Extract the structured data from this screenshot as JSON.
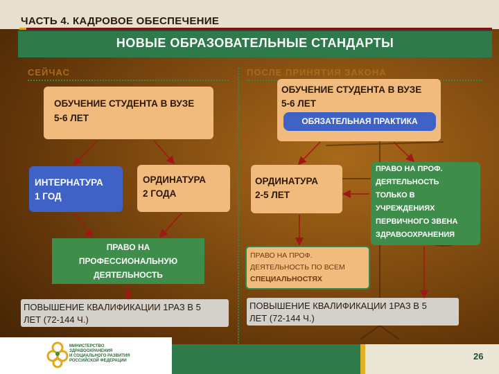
{
  "header": {
    "section": "ЧАСТЬ 4. КАДРОВОЕ ОБЕСПЕЧЕНИЕ"
  },
  "title": "НОВЫЕ ОБРАЗОВАТЕЛЬНЫЕ СТАНДАРТЫ",
  "columns": {
    "left": "СЕЙЧАС",
    "right": "ПОСЛЕ ПРИНЯТИЯ ЗАКОНА"
  },
  "left": {
    "study": {
      "line1": "ОБУЧЕНИЕ СТУДЕНТА В ВУЗЕ",
      "line2": "5-6 ЛЕТ"
    },
    "internship": {
      "line1": "ИНТЕРНАТУРА",
      "line2": "1 ГОД"
    },
    "residency": {
      "line1": "ОРДИНАТУРА",
      "line2": "2 ГОДА"
    },
    "right_to_practice": {
      "line1": "ПРАВО НА",
      "line2": "ПРОФЕССИОНАЛЬНУЮ",
      "line3": "ДЕЯТЕЛЬНОСТЬ"
    },
    "qualification": {
      "line1": "ПОВЫШЕНИЕ КВАЛИФИКАЦИИ 1РАЗ В 5",
      "line2": "ЛЕТ (72-144 Ч.)"
    }
  },
  "right": {
    "study": {
      "line1": "ОБУЧЕНИЕ СТУДЕНТА В ВУЗЕ",
      "line2": "5-6 ЛЕТ"
    },
    "practice": "ОБЯЗАТЕЛЬНАЯ ПРАКТИКА",
    "residency": {
      "line1": "ОРДИНАТУРА",
      "line2": "2-5 ЛЕТ"
    },
    "primary_right": {
      "line1": "ПРАВО НА ПРОФ.",
      "line2": "ДЕЯТЕЛЬНОСТЬ",
      "line3": "ТОЛЬКО В",
      "line4": "УЧРЕЖДЕНИЯХ",
      "line5": "ПЕРВИЧНОГО ЗВЕНА",
      "line6": "ЗДРАВООХРАНЕНИЯ"
    },
    "all_specialties": {
      "line1": "ПРАВО НА ПРОФ.",
      "line2": "ДЕЯТЕЛЬНОСТЬ ПО ВСЕМ",
      "line3": "СПЕЦИАЛЬНОСТЯХ"
    },
    "qualification": {
      "line1": "ПОВЫШЕНИЕ КВАЛИФИКАЦИИ 1РАЗ В 5",
      "line2": "ЛЕТ (72-144 Ч.)"
    }
  },
  "footer": {
    "logo_text": {
      "line1": "МИНИСТЕРСТВО",
      "line2": "ЗДРАВООХРАНЕНИЯ",
      "line3": "И СОЦИАЛЬНОГО РАЗВИТИЯ",
      "line4": "РОССИЙСКОЙ ФЕДЕРАЦИИ"
    },
    "page_number": "26"
  },
  "colors": {
    "accent_green": "#2f7a4b",
    "peach": "#f1bb7e",
    "blue": "#3f62c7",
    "arrow_red": "#a31616"
  }
}
